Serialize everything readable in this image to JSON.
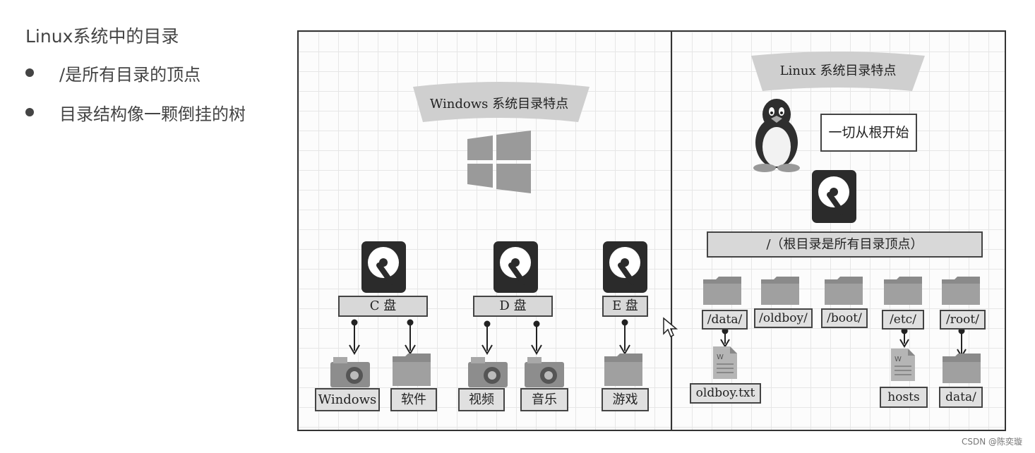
{
  "slide": {
    "title": "Linux系统中的目录",
    "bullets": [
      "/是所有目录的顶点",
      "目录结构像一颗倒挂的树"
    ]
  },
  "windows": {
    "banner": "Windows 系统目录特点",
    "drives": [
      {
        "label": "C 盘",
        "children": [
          "Windows",
          "软件"
        ]
      },
      {
        "label": "D 盘",
        "children": [
          "视频",
          "音乐"
        ]
      },
      {
        "label": "E 盘",
        "children": [
          "游戏"
        ]
      }
    ]
  },
  "linux": {
    "banner": "Linux 系统目录特点",
    "callout": "一切从根开始",
    "root_label": "/（根目录是所有目录顶点）",
    "dirs": [
      "/data/",
      "/oldboy/",
      "/boot/",
      "/etc/",
      "/root/"
    ],
    "children": {
      "data": "oldboy.txt",
      "etc": "hosts",
      "root": "data/"
    }
  },
  "watermark": "CSDN @陈奕璇",
  "icons": [
    "windows-logo-icon",
    "hard-drive-icon",
    "folder-icon",
    "camera-icon",
    "document-icon",
    "tux-penguin-icon",
    "mouse-cursor-icon"
  ]
}
